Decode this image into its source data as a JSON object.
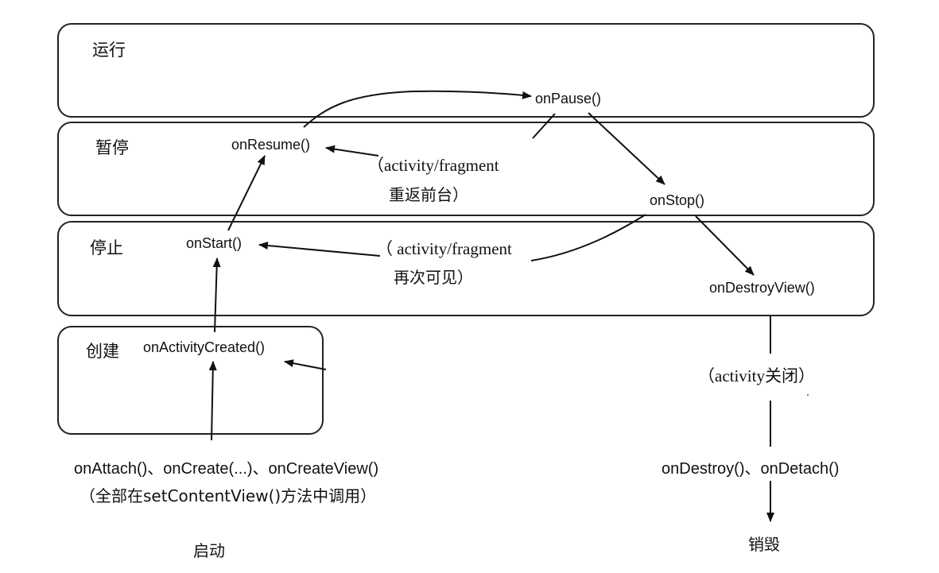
{
  "states": {
    "running": "运行",
    "paused": "暂停",
    "stopped": "停止",
    "created": "创建"
  },
  "methods": {
    "on_pause": "onPause()",
    "on_resume": "onResume()",
    "on_stop": "onStop()",
    "on_start": "onStart()",
    "on_destroy_view": "onDestroyView()",
    "on_activity_created": "onActivityCreated()",
    "on_attach_create": "onAttach()、onCreate(...)、onCreateView()",
    "on_destroy_detach": "onDestroy()、onDetach()"
  },
  "notes": {
    "resume_line1": "（activity/fragment",
    "resume_line2": "重返前台）",
    "restart_line1": "（ activity/fragment",
    "restart_line2": "再次可见）",
    "activity_closed": "（activity关闭）",
    "set_content_view": "（全部在setContentView()方法中调用）"
  },
  "endpoints": {
    "launch": "启动",
    "destroy": "销毁"
  }
}
